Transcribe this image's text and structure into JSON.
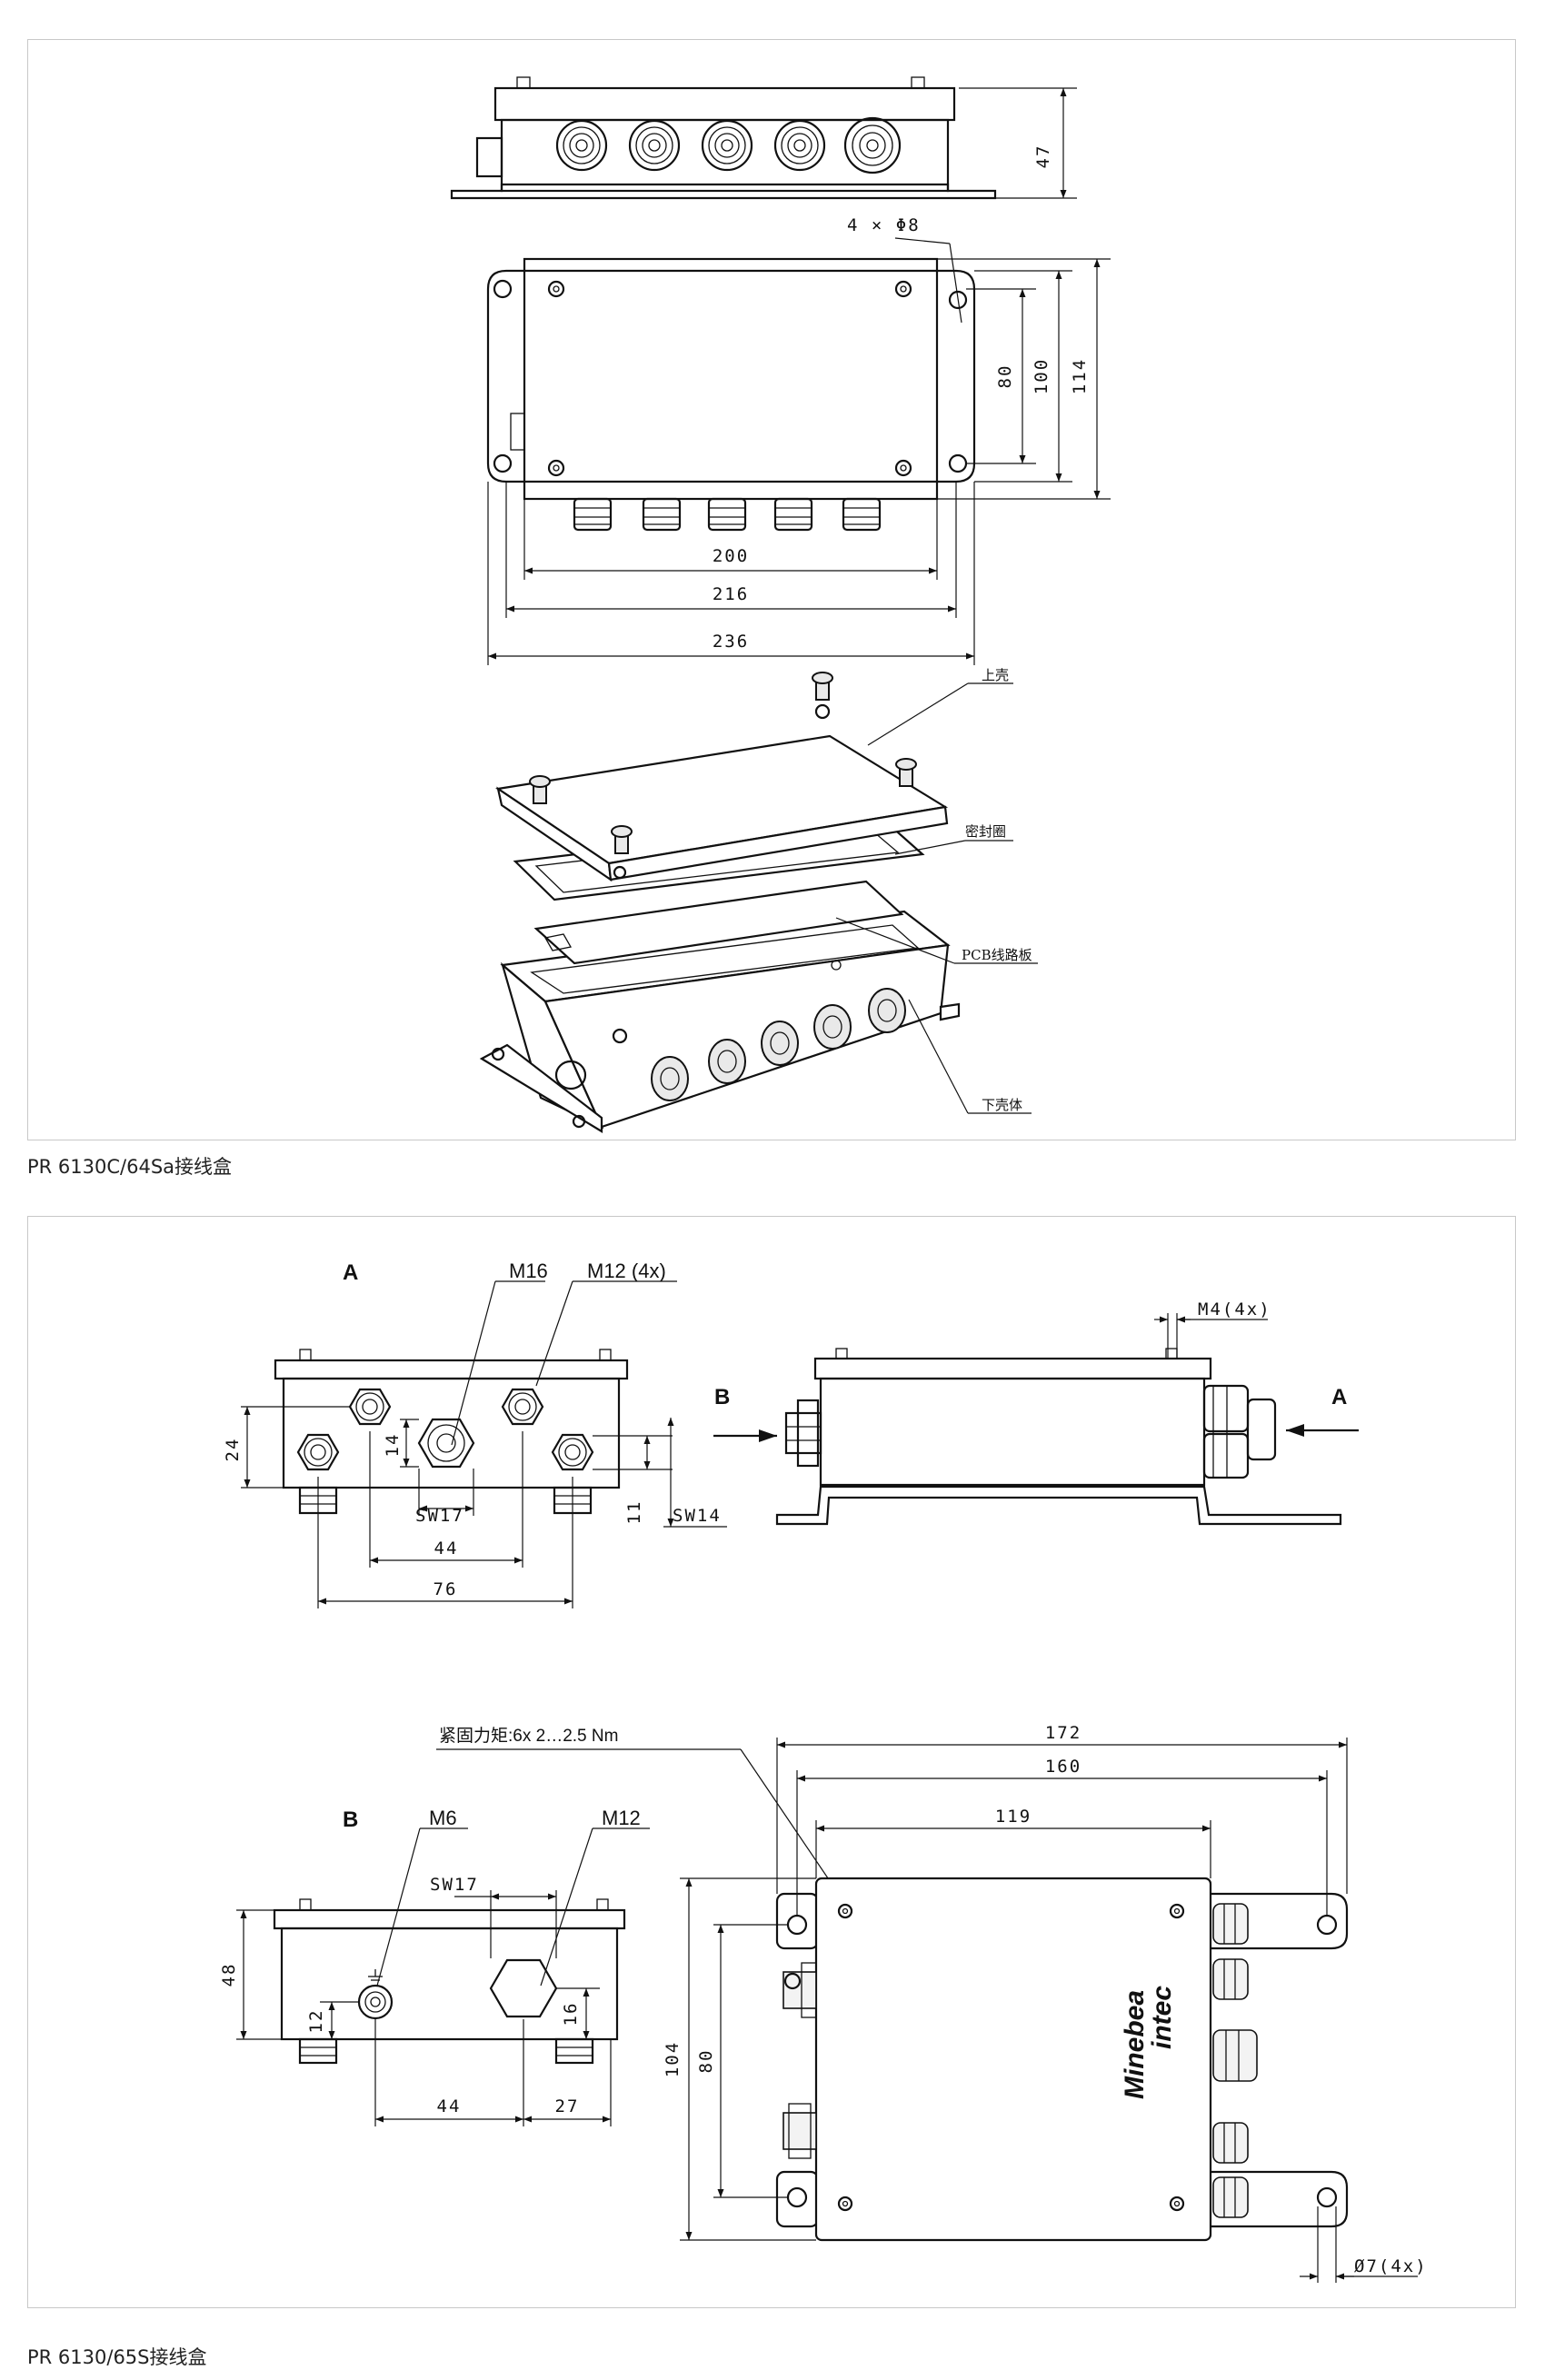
{
  "panel1": {
    "caption": "PR 6130C/64Sa接线盒",
    "dims": {
      "height_47": "47",
      "holes": "4 × Φ8",
      "d80": "80",
      "d100": "100",
      "d114": "114",
      "d200": "200",
      "d216": "216",
      "d236": "236"
    },
    "parts": {
      "top_shell": "上壳",
      "seal": "密封圈",
      "pcb": "PCB线路板",
      "bottom_shell": "下壳体"
    }
  },
  "panel2": {
    "caption": "PR 6130/65S接线盒",
    "viewA": {
      "label": "A",
      "m16": "M16",
      "m12": "M12 (4x)",
      "d24": "24",
      "d14": "14",
      "sw17": "SW17",
      "d11": "11",
      "sw14": "SW14",
      "d44": "44",
      "d76": "76"
    },
    "side": {
      "m4": "M4(4x)",
      "arrow_b": "B",
      "arrow_a": "A"
    },
    "viewB": {
      "label": "B",
      "m6": "M6",
      "m12": "M12",
      "sw17": "SW17",
      "d48": "48",
      "d12": "12",
      "d16": "16",
      "d44": "44",
      "d27": "27"
    },
    "plan": {
      "torque": "紧固力矩:6x 2…2.5 Nm",
      "d172": "172",
      "d160": "160",
      "d119": "119",
      "d104": "104",
      "d80": "80",
      "holes": "Ø7(4x)",
      "brand_line1": "Minebea",
      "brand_line2": "intec"
    }
  }
}
